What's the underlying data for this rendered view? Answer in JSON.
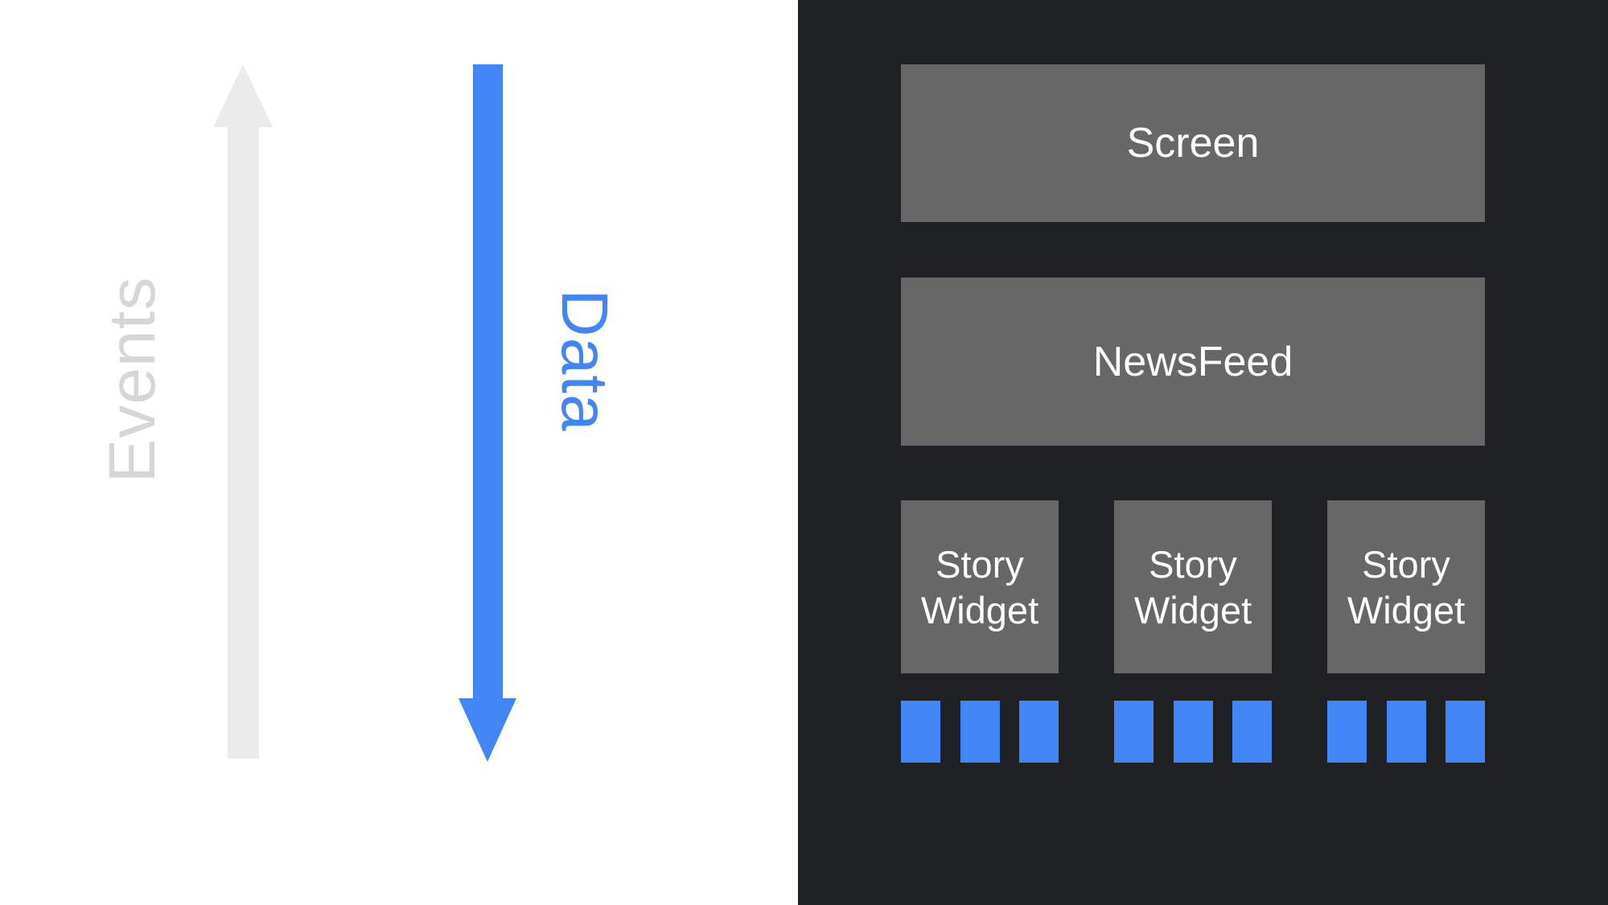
{
  "diagram": {
    "title_hint": "unidirectional data flow diagram: events up, data down",
    "left_panel": {
      "events_label": "Events",
      "data_label": "Data",
      "events_text_color": "#d6d6d6",
      "events_arrow_color": "#ebebeb",
      "data_color": "#4285f4",
      "background": "#ffffff"
    },
    "right_panel": {
      "background": "#202124",
      "box_fill": "#676767",
      "box_text_color": "#ffffff",
      "accent_blue": "#4285f4",
      "screen_label": "Screen",
      "newsfeed_label": "NewsFeed",
      "story_widgets": [
        {
          "label": "Story Widget",
          "blocks": 3
        },
        {
          "label": "Story Widget",
          "blocks": 3
        },
        {
          "label": "Story Widget",
          "blocks": 3
        }
      ]
    }
  }
}
